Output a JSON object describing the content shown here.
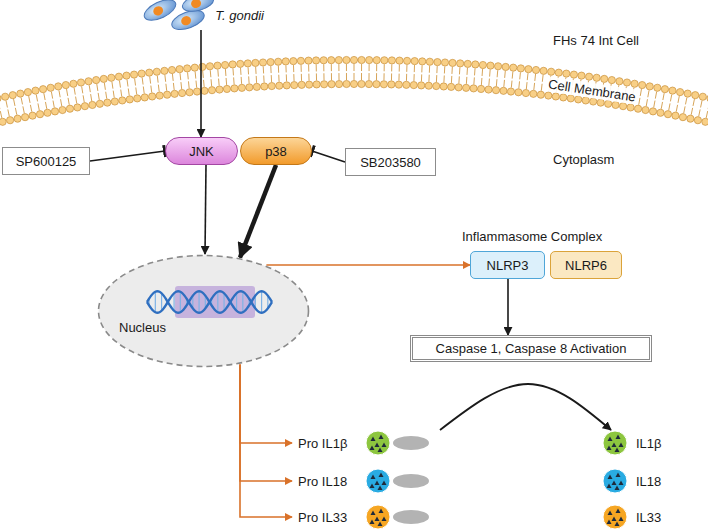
{
  "diagram": {
    "nodes": [
      {
        "text": [
          "T. gondii"
        ]
      },
      {
        "text": [
          "SP600125"
        ]
      },
      {
        "text": [
          "JNK"
        ]
      },
      {
        "text": [
          "p38"
        ]
      },
      {
        "text": [
          "SB203580"
        ]
      },
      {
        "text": [
          "Nucleus"
        ]
      },
      {
        "text": [
          "NLRP3"
        ]
      },
      {
        "text": [
          "NLRP6"
        ]
      },
      {
        "text": [
          "Caspase 1, Caspase 8 Activation"
        ]
      },
      {
        "text": [
          "Pro IL1β"
        ]
      },
      {
        "text": [
          "Pro IL18"
        ]
      },
      {
        "text": [
          "Pro IL33"
        ]
      },
      {
        "text": [
          "IL1β"
        ]
      },
      {
        "text": [
          "IL18"
        ]
      },
      {
        "text": [
          "IL33"
        ]
      }
    ],
    "edges": [
      {
        "from": 0,
        "to": 2,
        "arrow": "to"
      },
      {
        "from": 1,
        "to": 2,
        "arrow": "to"
      },
      {
        "from": 4,
        "to": 3,
        "arrow": "to"
      },
      {
        "from": 2,
        "to": 5,
        "arrow": "to"
      },
      {
        "from": 3,
        "to": 5,
        "arrow": "to"
      },
      {
        "from": 5,
        "to": 6,
        "arrow": "to"
      },
      {
        "from": 5,
        "to": 9,
        "arrow": "to"
      },
      {
        "from": 5,
        "to": 10,
        "arrow": "to"
      },
      {
        "from": 5,
        "to": 11,
        "arrow": "to"
      },
      {
        "from": 6,
        "to": 8,
        "arrow": "to"
      },
      {
        "from": 9,
        "to": 12,
        "arrow": "to"
      }
    ],
    "labels": [
      "FHs 74 Int Cell",
      "Cell Membrane",
      "Cytoplasm",
      "Inflammasome Complex"
    ]
  }
}
